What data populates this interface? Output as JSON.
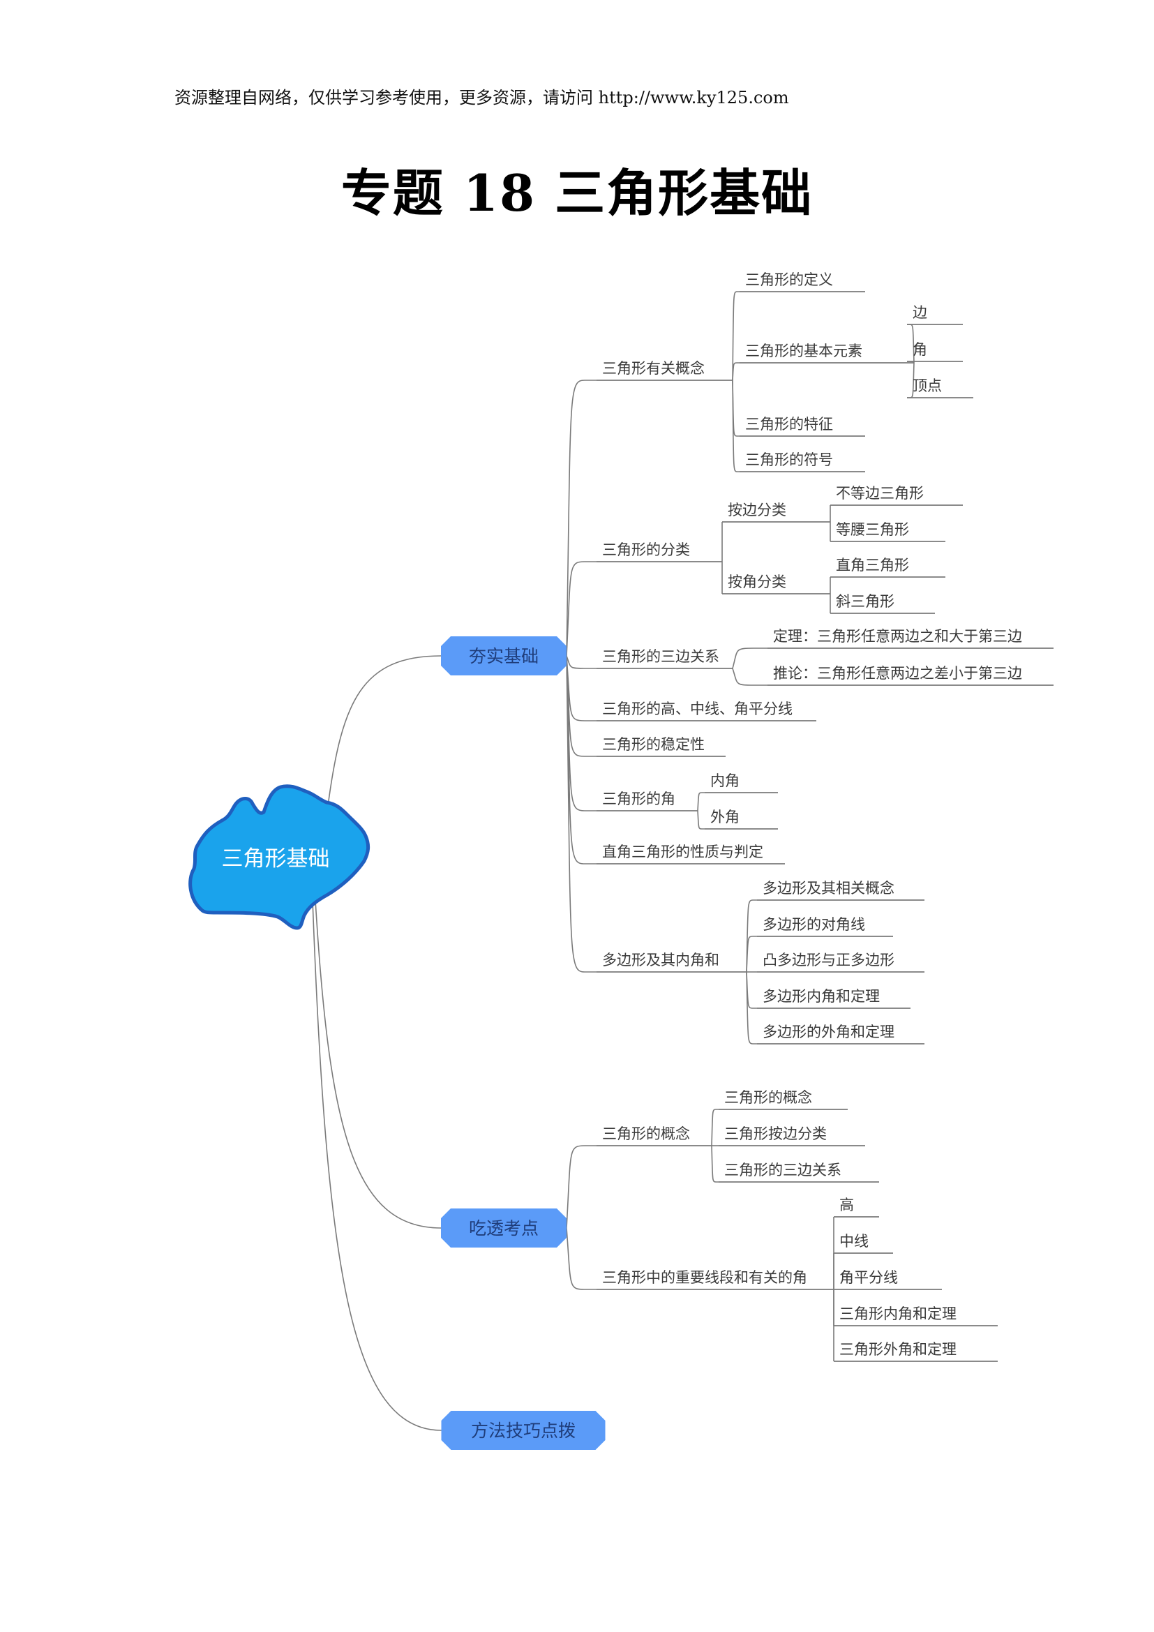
{
  "header": {
    "note": "资源整理自网络，仅供学习参考使用，更多资源，请访问 http://www.ky125.com"
  },
  "document": {
    "title": "专题 18  三角形基础"
  },
  "colors": {
    "root_fill": "#1aa3ec",
    "root_stroke": "#1f5fbf",
    "level1_fill": "#5b9bf8",
    "level1_text": "#1f3d7a",
    "edge": "#7a7a7a",
    "text": "#3a3a3a"
  },
  "mindmap": {
    "root": {
      "label": "三角形基础"
    },
    "branches": [
      {
        "label": "夯实基础",
        "children": [
          {
            "label": "三角形有关概念",
            "children": [
              {
                "label": "三角形的定义"
              },
              {
                "label": "三角形的基本元素",
                "children": [
                  {
                    "label": "边"
                  },
                  {
                    "label": "角"
                  },
                  {
                    "label": "顶点"
                  }
                ]
              },
              {
                "label": "三角形的特征"
              },
              {
                "label": "三角形的符号"
              }
            ]
          },
          {
            "label": "三角形的分类",
            "children": [
              {
                "label": "按边分类",
                "children": [
                  {
                    "label": "不等边三角形"
                  },
                  {
                    "label": "等腰三角形"
                  }
                ]
              },
              {
                "label": "按角分类",
                "children": [
                  {
                    "label": "直角三角形"
                  },
                  {
                    "label": "斜三角形"
                  }
                ]
              }
            ]
          },
          {
            "label": "三角形的三边关系",
            "children": [
              {
                "label": "定理：三角形任意两边之和大于第三边"
              },
              {
                "label": "推论：三角形任意两边之差小于第三边"
              }
            ]
          },
          {
            "label": "三角形的高、中线、角平分线"
          },
          {
            "label": "三角形的稳定性"
          },
          {
            "label": "三角形的角",
            "children": [
              {
                "label": "内角"
              },
              {
                "label": "外角"
              }
            ]
          },
          {
            "label": "直角三角形的性质与判定"
          },
          {
            "label": "多边形及其内角和",
            "children": [
              {
                "label": "多边形及其相关概念"
              },
              {
                "label": "多边形的对角线"
              },
              {
                "label": "凸多边形与正多边形"
              },
              {
                "label": "多边形内角和定理"
              },
              {
                "label": "多边形的外角和定理"
              }
            ]
          }
        ]
      },
      {
        "label": "吃透考点",
        "children": [
          {
            "label": "三角形的概念",
            "children": [
              {
                "label": "三角形的概念"
              },
              {
                "label": "三角形按边分类"
              },
              {
                "label": "三角形的三边关系"
              }
            ]
          },
          {
            "label": "三角形中的重要线段和有关的角",
            "children": [
              {
                "label": "高"
              },
              {
                "label": "中线"
              },
              {
                "label": "角平分线"
              },
              {
                "label": "三角形内角和定理"
              },
              {
                "label": "三角形外角和定理"
              }
            ]
          }
        ]
      },
      {
        "label": "方法技巧点拨",
        "children": []
      }
    ]
  }
}
